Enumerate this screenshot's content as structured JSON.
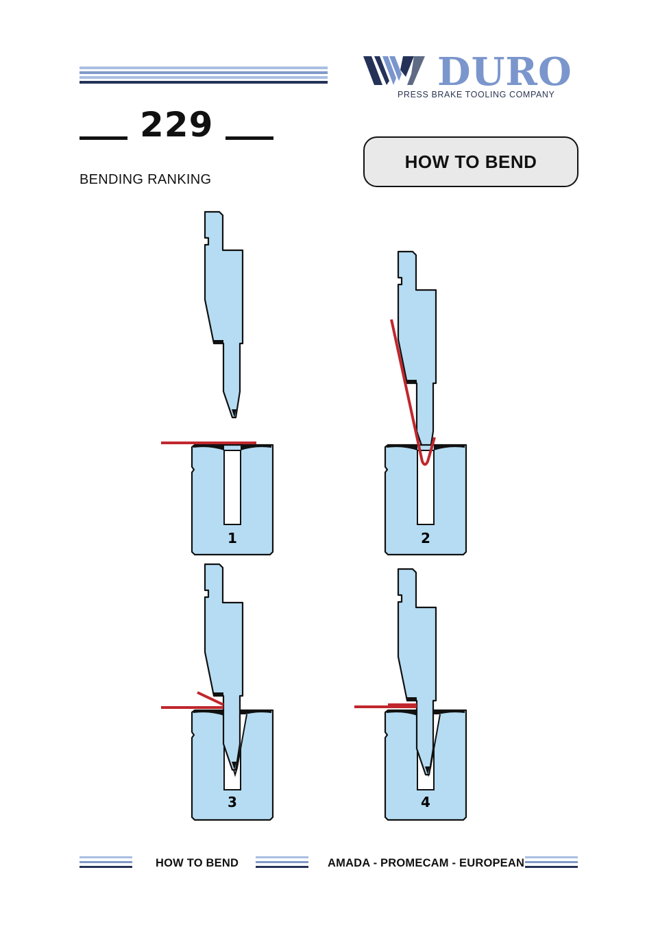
{
  "header": {
    "page_number": "229",
    "subtitle": "BENDING RANKING",
    "badge": "HOW TO BEND"
  },
  "logo": {
    "wordmark": "DURO",
    "tagline": "PRESS BRAKE TOOLING COMPANY",
    "colors": {
      "wordmark": "#7b96cc",
      "dark": "#243257"
    }
  },
  "diagram": {
    "steps": [
      "1",
      "2",
      "3",
      "4"
    ],
    "colors": {
      "tool_fill": "#b5dcf3",
      "outline": "#111111",
      "sheet": "#c0272d"
    }
  },
  "footer": {
    "left_text": "HOW TO BEND",
    "right_text": "AMADA - PROMECAM - EUROPEAN"
  }
}
